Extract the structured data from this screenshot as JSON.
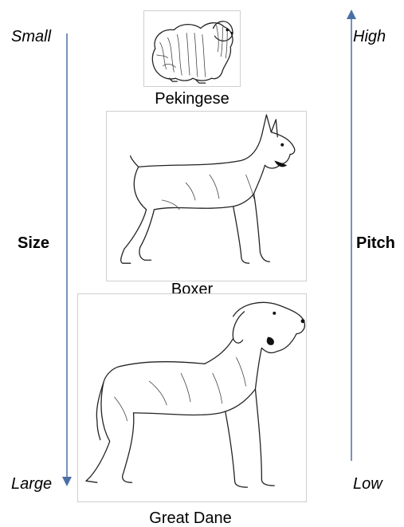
{
  "size_axis": {
    "title": "Size",
    "top_label": "Small",
    "bottom_label": "Large"
  },
  "pitch_axis": {
    "title": "Pitch",
    "top_label": "High",
    "bottom_label": "Low"
  },
  "dogs": [
    {
      "name": "Pekingese",
      "icon": "pekingese-drawing"
    },
    {
      "name": "Boxer",
      "icon": "boxer-drawing"
    },
    {
      "name": "Great Dane",
      "icon": "great-dane-drawing"
    }
  ],
  "colors": {
    "arrow": "#4a6fa5",
    "frame_border": "#cfcfcf",
    "text": "#000000"
  }
}
